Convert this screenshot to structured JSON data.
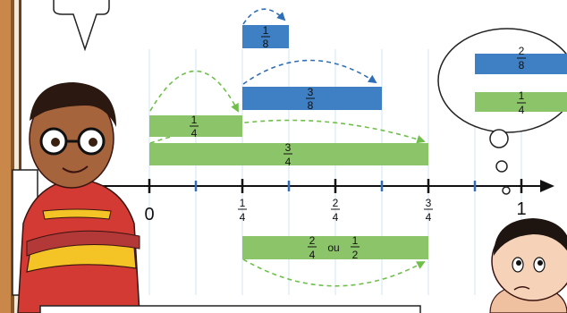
{
  "colors": {
    "blue_bar": "#3f7fc4",
    "green_bar": "#8cc46a",
    "blue_arrow": "#2f6fb8",
    "green_arrow": "#6fbf4a",
    "axis": "#111111",
    "grid": "#cfe6f6",
    "tick_blue": "#2f6fb8"
  },
  "axis": {
    "zero": "0",
    "one": "1",
    "t1": {
      "num": "1",
      "den": "4"
    },
    "t2": {
      "num": "2",
      "den": "4"
    },
    "t3": {
      "num": "3",
      "den": "4"
    }
  },
  "bars": {
    "one_eighth": {
      "num": "1",
      "den": "8"
    },
    "three_eighths": {
      "num": "3",
      "den": "8"
    },
    "one_quarter": {
      "num": "1",
      "den": "4"
    },
    "three_quarters": {
      "num": "3",
      "den": "4"
    },
    "two_quarters": {
      "num": "2",
      "den": "4",
      "or_label": "ou",
      "alt_num": "1",
      "alt_den": "2"
    }
  },
  "thought_bubble": {
    "two_eighths": {
      "num": "2",
      "den": "8"
    },
    "one_quarter": {
      "num": "1",
      "den": "4"
    }
  },
  "icons": [
    "boy-character",
    "girl-character",
    "speech-bubble-icon",
    "thought-bubble-icon"
  ]
}
